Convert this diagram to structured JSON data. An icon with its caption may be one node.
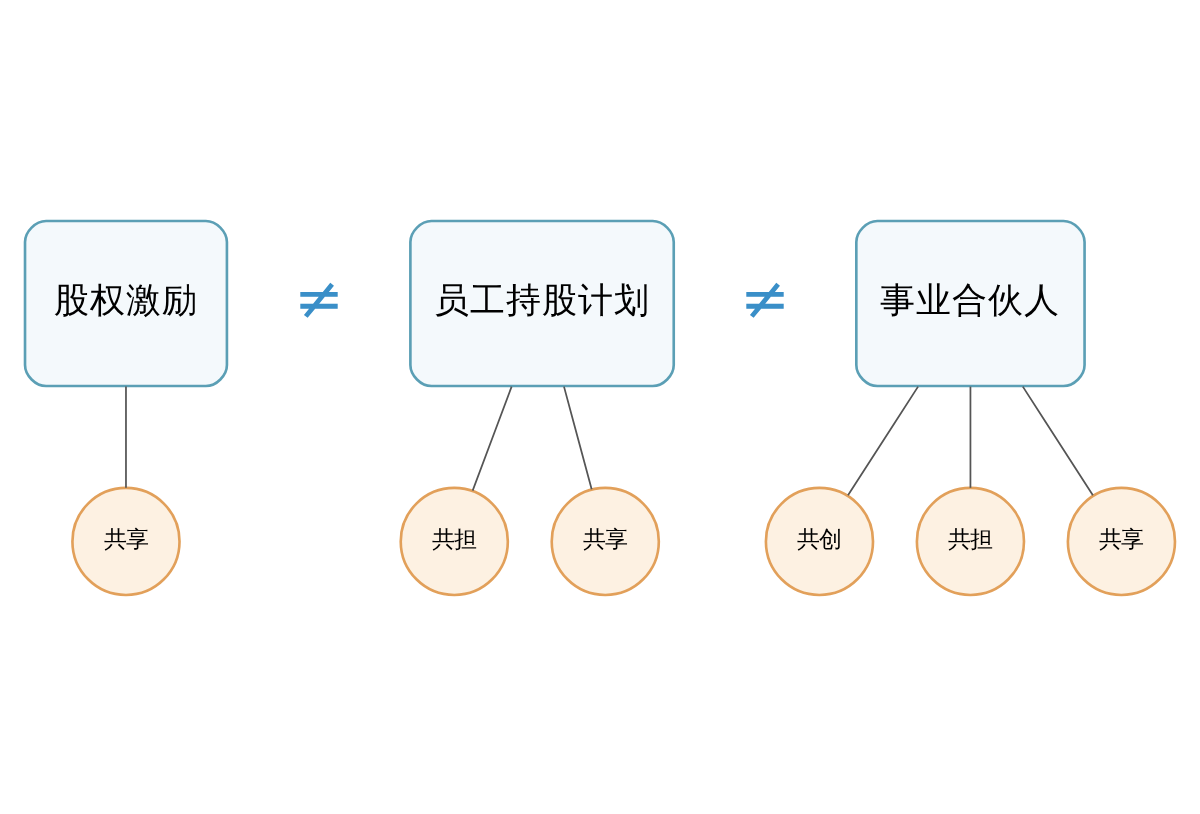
{
  "diagram": {
    "nodes": [
      {
        "text": [
          "股权激励"
        ]
      },
      {
        "text": [
          "员工持股计划"
        ]
      },
      {
        "text": [
          "事业合伙人"
        ]
      },
      {
        "text": [
          "共享"
        ]
      },
      {
        "text": [
          "共担"
        ]
      },
      {
        "text": [
          "共享"
        ]
      },
      {
        "text": [
          "共创"
        ]
      },
      {
        "text": [
          "共担"
        ]
      },
      {
        "text": [
          "共享"
        ]
      }
    ],
    "edges": [
      {
        "from": 0,
        "to": 3,
        "arrow": "none"
      },
      {
        "from": 1,
        "to": 4,
        "arrow": "none"
      },
      {
        "from": 1,
        "to": 5,
        "arrow": "none"
      },
      {
        "from": 2,
        "to": 6,
        "arrow": "none"
      },
      {
        "from": 2,
        "to": 7,
        "arrow": "none"
      },
      {
        "from": 2,
        "to": 8,
        "arrow": "none"
      }
    ],
    "labels": [
      "≠",
      "≠"
    ]
  }
}
